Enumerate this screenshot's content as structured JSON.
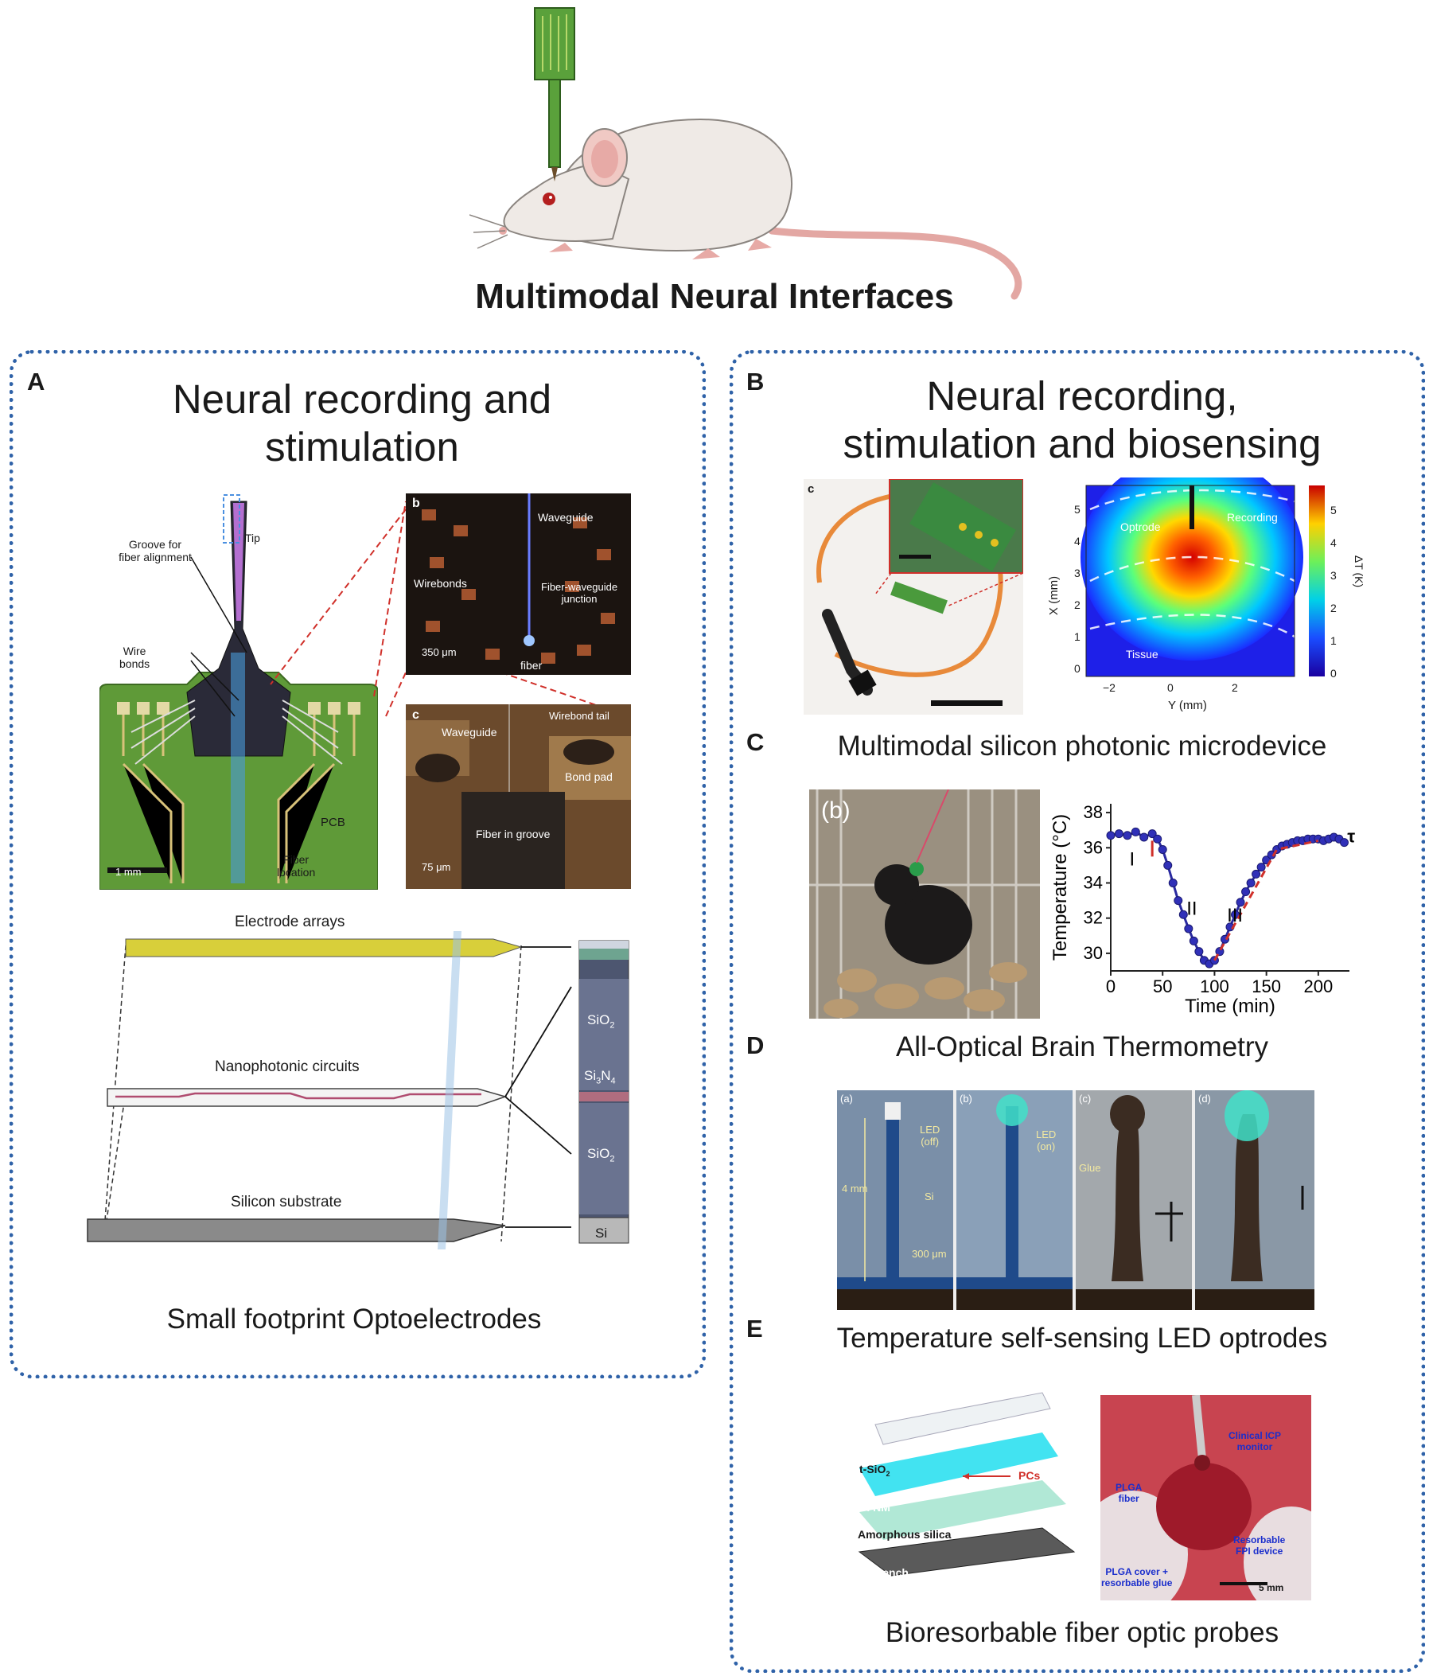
{
  "title": "Multimodal Neural Interfaces",
  "panelA": {
    "letter": "A",
    "heading_line1": "Neural recording and",
    "heading_line2": "stimulation",
    "caption": "Small footprint Optoelectrodes",
    "probe": {
      "tip": "Tip",
      "groove": "Groove for\nfiber alignment",
      "wire_bonds": "Wire\nbonds",
      "pcb": "PCB",
      "fiber_location": "Fiber\nlocation",
      "scale": "1 mm"
    },
    "inset_b": {
      "letter": "b",
      "waveguide": "Waveguide",
      "wirebonds": "Wirebonds",
      "junction": "Fiber-waveguide\njunction",
      "fiber": "fiber",
      "scale": "350 μm"
    },
    "inset_c": {
      "letter": "c",
      "waveguide": "Waveguide",
      "wirebond_tail": "Wirebond tail",
      "bond_pad": "Bond pad",
      "fiber_groove": "Fiber in groove",
      "scale": "75 μm"
    },
    "stack": {
      "electrode": "Electrode arrays",
      "nanophotonic": "Nanophotonic circuits",
      "silicon": "Silicon substrate",
      "sio2": "SiO",
      "si3n4_a": "Si",
      "si3n4_b": "N",
      "si": "Si"
    }
  },
  "panelB": {
    "letter": "B",
    "heading_line1": "Neural recording,",
    "heading_line2": "stimulation and biosensing",
    "caption": "Multimodal silicon photonic microdevice",
    "photo_letter": "c",
    "heatmap": {
      "xlabel": "Y (mm)",
      "ylabel": "X (mm)",
      "cbar": "ΔT (K)",
      "optrode": "Optrode",
      "recording": "Recording",
      "tissue": "Tissue",
      "yticks": [
        "0",
        "1",
        "2",
        "3",
        "4",
        "5"
      ],
      "xticks": [
        "−2",
        "0",
        "2"
      ],
      "cticks": [
        "0",
        "1",
        "2",
        "3",
        "4",
        "5"
      ]
    }
  },
  "panelC": {
    "letter": "C",
    "caption": "All-Optical Brain Thermometry",
    "photo_letter": "(b)",
    "chart_data": {
      "type": "scatter",
      "xlabel": "Time (min)",
      "ylabel": "Temperature (°C)",
      "xlim": [
        0,
        230
      ],
      "ylim": [
        29,
        38.5
      ],
      "xticks": [
        "0",
        "50",
        "100",
        "150",
        "200"
      ],
      "yticks": [
        "30",
        "32",
        "34",
        "36",
        "38"
      ],
      "phases": [
        "I",
        "II",
        "III"
      ],
      "tau": "τ",
      "x": [
        0,
        8,
        16,
        24,
        32,
        40,
        45,
        50,
        55,
        60,
        65,
        70,
        75,
        80,
        85,
        90,
        95,
        100,
        105,
        110,
        115,
        120,
        125,
        130,
        135,
        140,
        145,
        150,
        155,
        160,
        165,
        170,
        175,
        180,
        185,
        190,
        195,
        200,
        205,
        210,
        215,
        220,
        225
      ],
      "y": [
        36.7,
        36.8,
        36.7,
        36.9,
        36.6,
        36.8,
        36.5,
        35.9,
        35.0,
        34.0,
        33.0,
        32.2,
        31.4,
        30.7,
        30.1,
        29.6,
        29.4,
        29.6,
        30.1,
        30.8,
        31.5,
        32.2,
        32.9,
        33.5,
        34.0,
        34.5,
        34.9,
        35.3,
        35.6,
        35.9,
        36.1,
        36.2,
        36.3,
        36.4,
        36.4,
        36.5,
        36.5,
        36.5,
        36.4,
        36.5,
        36.6,
        36.5,
        36.3
      ]
    }
  },
  "panelD": {
    "letter": "D",
    "caption": "Temperature self-sensing LED optrodes",
    "frames": [
      "(a)",
      "(b)",
      "(c)",
      "(d)"
    ],
    "led_off": "LED\n(off)",
    "led_on": "LED\n(on)",
    "si": "Si",
    "length": "4 mm",
    "width": "300 μm",
    "glue": "Glue"
  },
  "panelE": {
    "letter": "E",
    "caption": "Bioresorbable fiber optic probes",
    "layers": {
      "tsio2": "t-SiO",
      "si_nm": "Si NM",
      "amorphous": "Amorphous silica",
      "trench": "Si trench",
      "pcs": "PCs"
    },
    "photo": {
      "icp": "Clinical ICP\nmonitor",
      "plga_fiber": "PLGA\nfiber",
      "fpi": "Resorbable\nFPI device",
      "cover": "PLGA cover +\nresorbable glue",
      "scale": "5 mm"
    }
  },
  "colors": {
    "border": "#2f62a8",
    "pcb": "#4f8a2c",
    "accent_red": "#d0302a",
    "led": "#41e0c8"
  }
}
